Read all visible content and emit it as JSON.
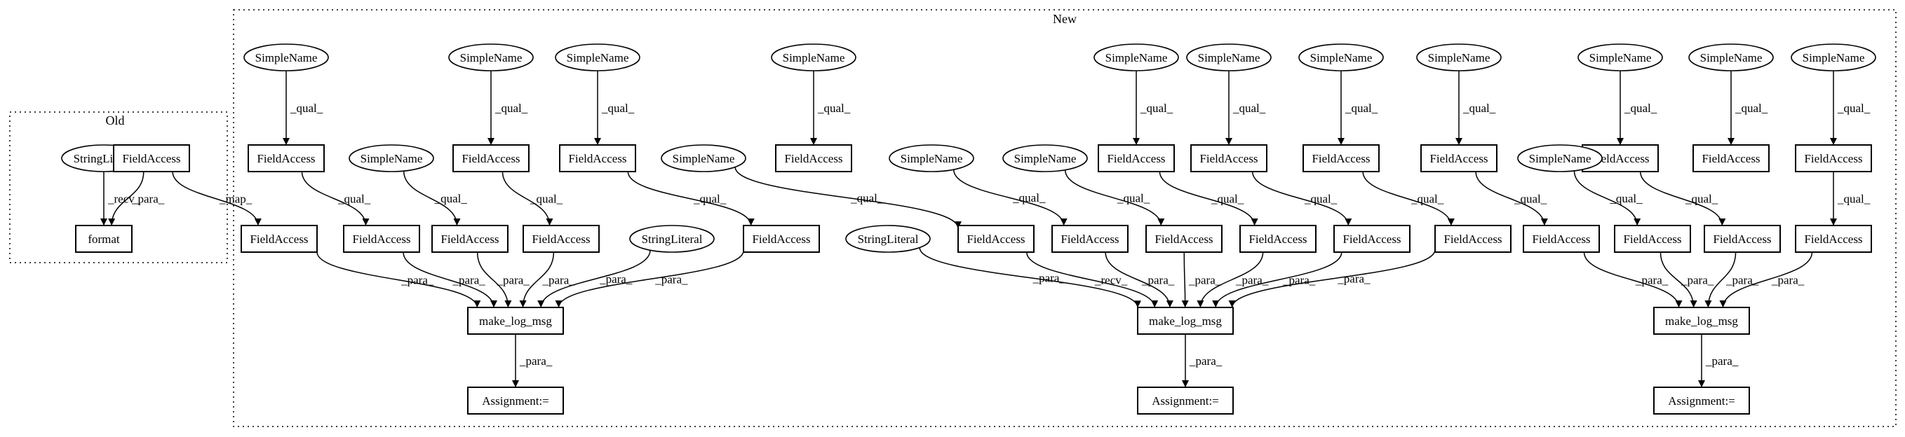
{
  "clusters": [
    {
      "id": "old",
      "label": "Old"
    },
    {
      "id": "new",
      "label": "New"
    }
  ],
  "nodes": [
    {
      "id": "o_sl",
      "label": "StringLiteral",
      "shape": "ellipse"
    },
    {
      "id": "o_fa",
      "label": "FieldAccess",
      "shape": "box"
    },
    {
      "id": "o_fmt",
      "label": "format",
      "shape": "box"
    },
    {
      "id": "sn1",
      "label": "SimpleName",
      "shape": "ellipse"
    },
    {
      "id": "sn2",
      "label": "SimpleName",
      "shape": "ellipse"
    },
    {
      "id": "sn3",
      "label": "SimpleName",
      "shape": "ellipse"
    },
    {
      "id": "sn4",
      "label": "SimpleName",
      "shape": "ellipse"
    },
    {
      "id": "sn5",
      "label": "SimpleName",
      "shape": "ellipse"
    },
    {
      "id": "sn6",
      "label": "SimpleName",
      "shape": "ellipse"
    },
    {
      "id": "sn7",
      "label": "SimpleName",
      "shape": "ellipse"
    },
    {
      "id": "sn8",
      "label": "SimpleName",
      "shape": "ellipse"
    },
    {
      "id": "sn9",
      "label": "SimpleName",
      "shape": "ellipse"
    },
    {
      "id": "sn10",
      "label": "SimpleName",
      "shape": "ellipse"
    },
    {
      "id": "sn11",
      "label": "SimpleName",
      "shape": "ellipse"
    },
    {
      "id": "fa1",
      "label": "FieldAccess",
      "shape": "box"
    },
    {
      "id": "fa2",
      "label": "FieldAccess",
      "shape": "box"
    },
    {
      "id": "fa3",
      "label": "FieldAccess",
      "shape": "box"
    },
    {
      "id": "fa4",
      "label": "FieldAccess",
      "shape": "box"
    },
    {
      "id": "fa5",
      "label": "FieldAccess",
      "shape": "box"
    },
    {
      "id": "fa6",
      "label": "FieldAccess",
      "shape": "box"
    },
    {
      "id": "fa7",
      "label": "FieldAccess",
      "shape": "box"
    },
    {
      "id": "fa8",
      "label": "FieldAccess",
      "shape": "box"
    },
    {
      "id": "fa9",
      "label": "FieldAccess",
      "shape": "box"
    },
    {
      "id": "fa10",
      "label": "FieldAccess",
      "shape": "box"
    },
    {
      "id": "fa11",
      "label": "FieldAccess",
      "shape": "box"
    },
    {
      "id": "sn12",
      "label": "SimpleName",
      "shape": "ellipse"
    },
    {
      "id": "sn13",
      "label": "SimpleName",
      "shape": "ellipse"
    },
    {
      "id": "sn14",
      "label": "SimpleName",
      "shape": "ellipse"
    },
    {
      "id": "sn15",
      "label": "SimpleName",
      "shape": "ellipse"
    },
    {
      "id": "sn16",
      "label": "SimpleName",
      "shape": "ellipse"
    },
    {
      "id": "b1",
      "label": "FieldAccess",
      "shape": "box"
    },
    {
      "id": "b2",
      "label": "FieldAccess",
      "shape": "box"
    },
    {
      "id": "b3",
      "label": "FieldAccess",
      "shape": "box"
    },
    {
      "id": "b4",
      "label": "FieldAccess",
      "shape": "box"
    },
    {
      "id": "sl1",
      "label": "StringLiteral",
      "shape": "ellipse"
    },
    {
      "id": "b5",
      "label": "FieldAccess",
      "shape": "box"
    },
    {
      "id": "sl2",
      "label": "StringLiteral",
      "shape": "ellipse"
    },
    {
      "id": "b6",
      "label": "FieldAccess",
      "shape": "box"
    },
    {
      "id": "b7",
      "label": "FieldAccess",
      "shape": "box"
    },
    {
      "id": "b8",
      "label": "FieldAccess",
      "shape": "box"
    },
    {
      "id": "b9",
      "label": "FieldAccess",
      "shape": "box"
    },
    {
      "id": "b10",
      "label": "FieldAccess",
      "shape": "box"
    },
    {
      "id": "b11",
      "label": "FieldAccess",
      "shape": "box"
    },
    {
      "id": "b12",
      "label": "FieldAccess",
      "shape": "box"
    },
    {
      "id": "b13",
      "label": "FieldAccess",
      "shape": "box"
    },
    {
      "id": "b14",
      "label": "FieldAccess",
      "shape": "box"
    },
    {
      "id": "b15",
      "label": "FieldAccess",
      "shape": "box"
    },
    {
      "id": "m1",
      "label": "make_log_msg",
      "shape": "box"
    },
    {
      "id": "m2",
      "label": "make_log_msg",
      "shape": "box"
    },
    {
      "id": "m3",
      "label": "make_log_msg",
      "shape": "box"
    },
    {
      "id": "a1",
      "label": "Assignment:=",
      "shape": "box"
    },
    {
      "id": "a2",
      "label": "Assignment:=",
      "shape": "box"
    },
    {
      "id": "a3",
      "label": "Assignment:=",
      "shape": "box"
    }
  ],
  "edges": [
    {
      "from": "o_sl",
      "to": "o_fmt",
      "label": "_recv_"
    },
    {
      "from": "o_fa",
      "to": "o_fmt",
      "label": "_para_"
    },
    {
      "from": "o_fa",
      "to": "b1",
      "label": "_map_"
    },
    {
      "from": "sn1",
      "to": "fa1",
      "label": "_qual_"
    },
    {
      "from": "sn2",
      "to": "fa2",
      "label": "_qual_"
    },
    {
      "from": "sn3",
      "to": "fa3",
      "label": "_qual_"
    },
    {
      "from": "sn4",
      "to": "fa4",
      "label": "_qual_"
    },
    {
      "from": "sn5",
      "to": "fa5",
      "label": "_qual_"
    },
    {
      "from": "sn6",
      "to": "fa6",
      "label": "_qual_"
    },
    {
      "from": "sn7",
      "to": "fa7",
      "label": "_qual_"
    },
    {
      "from": "sn8",
      "to": "fa8",
      "label": "_qual_"
    },
    {
      "from": "sn9",
      "to": "fa9",
      "label": "_qual_"
    },
    {
      "from": "sn10",
      "to": "fa10",
      "label": "_qual_"
    },
    {
      "from": "sn11",
      "to": "fa11",
      "label": "_qual_"
    },
    {
      "from": "fa1",
      "to": "b2",
      "label": "_qual_"
    },
    {
      "from": "sn12",
      "to": "b3",
      "label": "_qual_"
    },
    {
      "from": "fa2",
      "to": "b4",
      "label": "_qual_"
    },
    {
      "from": "fa3",
      "to": "b5",
      "label": "_qual_"
    },
    {
      "from": "sn13",
      "to": "b6",
      "label": "_qual_"
    },
    {
      "from": "sn14",
      "to": "b7",
      "label": "_qual_"
    },
    {
      "from": "sn15",
      "to": "b8",
      "label": "_qual_"
    },
    {
      "from": "fa5",
      "to": "b9",
      "label": "_qual_"
    },
    {
      "from": "fa6",
      "to": "b10",
      "label": "_qual_"
    },
    {
      "from": "fa7",
      "to": "b11",
      "label": "_qual_"
    },
    {
      "from": "fa8",
      "to": "b12",
      "label": "_qual_"
    },
    {
      "from": "sn16",
      "to": "b13",
      "label": "_qual_"
    },
    {
      "from": "fa9",
      "to": "b14",
      "label": "_qual_"
    },
    {
      "from": "fa11",
      "to": "b15",
      "label": "_qual_"
    },
    {
      "from": "b1",
      "to": "m1",
      "label": "_para_"
    },
    {
      "from": "b2",
      "to": "m1",
      "label": "_para_"
    },
    {
      "from": "b3",
      "to": "m1",
      "label": "_para_"
    },
    {
      "from": "b4",
      "to": "m1",
      "label": "_para_"
    },
    {
      "from": "sl1",
      "to": "m1",
      "label": "_para_"
    },
    {
      "from": "b5",
      "to": "m1",
      "label": "_para_"
    },
    {
      "from": "sl2",
      "to": "m2",
      "label": "_para_"
    },
    {
      "from": "b6",
      "to": "m2",
      "label": "_recv_"
    },
    {
      "from": "b7",
      "to": "m2",
      "label": "_para_"
    },
    {
      "from": "b8",
      "to": "m2",
      "label": "_para_"
    },
    {
      "from": "b9",
      "to": "m2",
      "label": "_para_"
    },
    {
      "from": "b10",
      "to": "m2",
      "label": "_para_"
    },
    {
      "from": "b11",
      "to": "m2",
      "label": "_para_"
    },
    {
      "from": "b12",
      "to": "m3",
      "label": "_para_"
    },
    {
      "from": "b13",
      "to": "m3",
      "label": "_para_"
    },
    {
      "from": "b14",
      "to": "m3",
      "label": "_para_"
    },
    {
      "from": "b15",
      "to": "m3",
      "label": "_para_"
    },
    {
      "from": "m1",
      "to": "a1",
      "label": "_para_"
    },
    {
      "from": "m2",
      "to": "a2",
      "label": "_para_"
    },
    {
      "from": "m3",
      "to": "a3",
      "label": "_para_"
    }
  ]
}
